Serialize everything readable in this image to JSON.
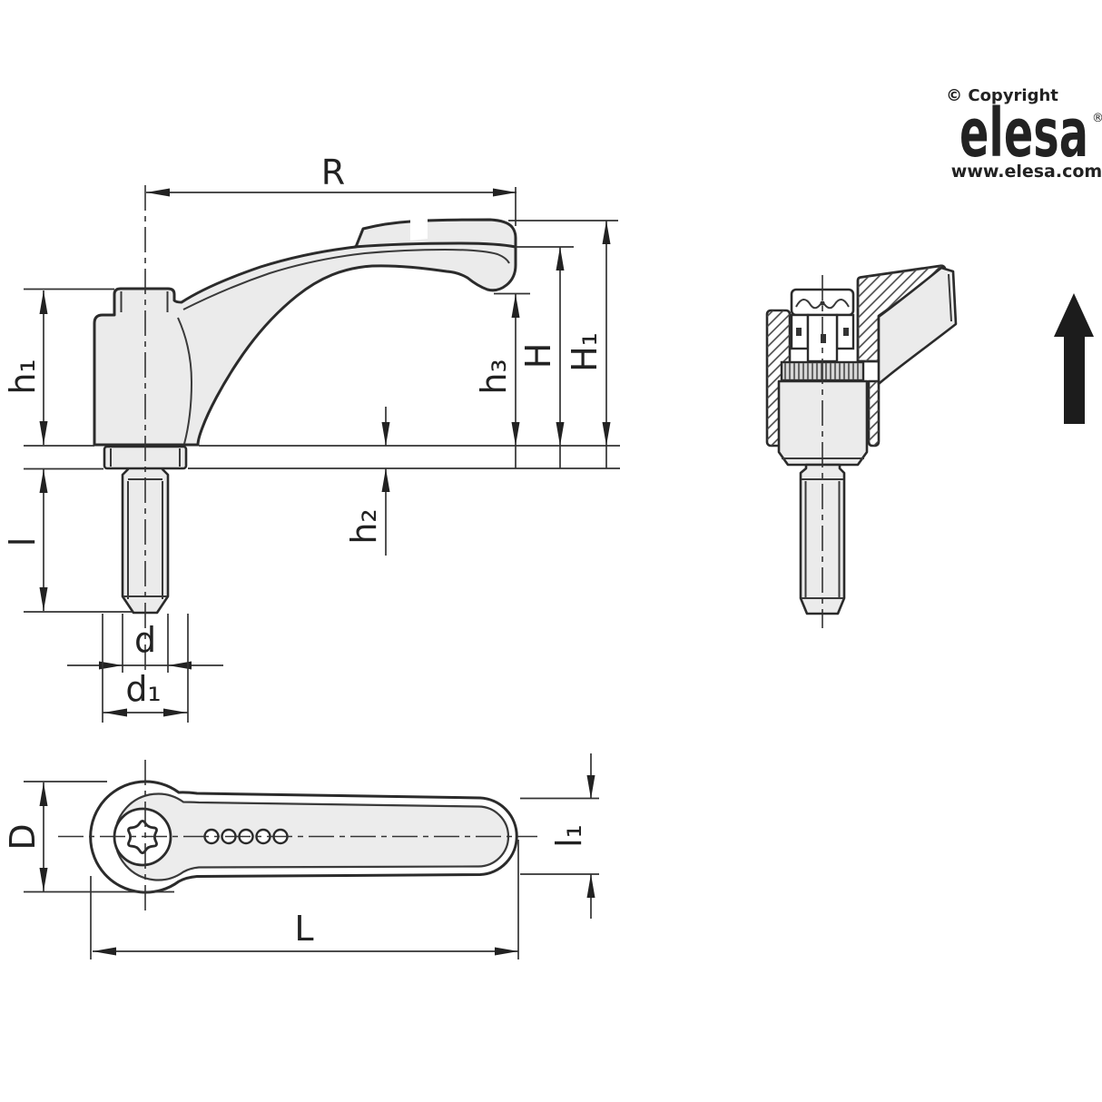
{
  "drawing": {
    "side_view": {
      "labels": {
        "R": "R",
        "h1": "h₁",
        "l": "l",
        "d": "d",
        "d1": "d₁",
        "h2": "h₂",
        "h3": "h₃",
        "H": "H",
        "H1": "H₁"
      }
    },
    "bottom_view": {
      "labels": {
        "D": "D",
        "L": "L",
        "l1": "l₁"
      }
    },
    "branding": {
      "copyright": "© Copyright",
      "logo": "elesa",
      "registered": "®",
      "website": "www.elesa.com"
    },
    "colors": {
      "part_fill": "#ebebeb",
      "outline": "#2b2b2b",
      "dimension": "#333333",
      "logo_gray": "#c6c6c6",
      "brand_text_gray": "#b9b9b9",
      "arrow_black": "#1c1c1c"
    }
  }
}
